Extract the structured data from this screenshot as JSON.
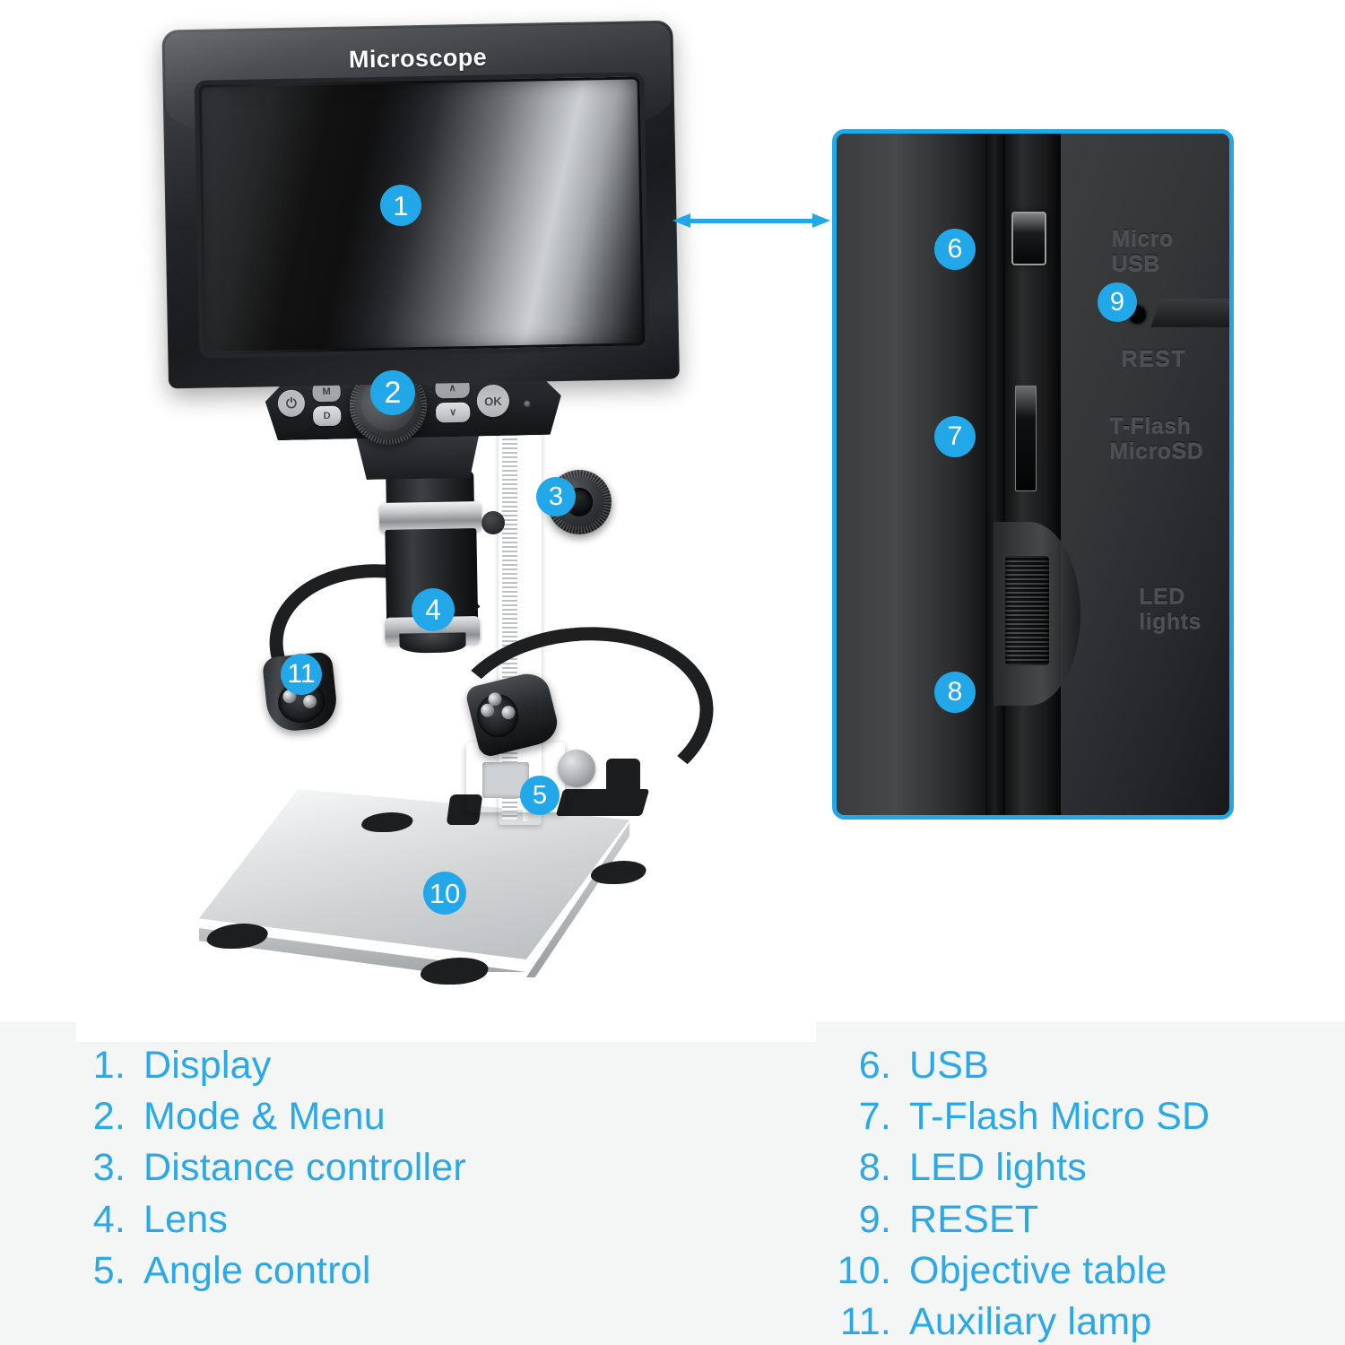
{
  "product": {
    "brand_label": "Microscope",
    "device_type": "LCD digital microscope with adjustable stand"
  },
  "controls": {
    "power_button": "⏻",
    "mode_button": "M",
    "down_button": "D",
    "up_arrow": "∧",
    "down_arrow": "∨",
    "ok_button": "OK"
  },
  "detail_panel": {
    "embossed_labels": {
      "micro_usb": "Micro\nUSB",
      "reset": "REST",
      "tflash": "T-Flash\nMicroSD",
      "led_lights": "LED\nlights"
    }
  },
  "callouts": {
    "markers": [
      {
        "id": "1",
        "number": "1",
        "target": "display"
      },
      {
        "id": "2",
        "number": "2",
        "target": "mode-menu-knob"
      },
      {
        "id": "3",
        "number": "3",
        "target": "distance-controller"
      },
      {
        "id": "4",
        "number": "4",
        "target": "lens"
      },
      {
        "id": "5",
        "number": "5",
        "target": "angle-control"
      },
      {
        "id": "6",
        "number": "6",
        "target": "usb"
      },
      {
        "id": "7",
        "number": "7",
        "target": "t-flash-micro-sd"
      },
      {
        "id": "8",
        "number": "8",
        "target": "led-lights"
      },
      {
        "id": "9",
        "number": "9",
        "target": "reset"
      },
      {
        "id": "10",
        "number": "10",
        "target": "objective-table"
      },
      {
        "id": "11",
        "number": "11",
        "target": "auxiliary-lamp"
      }
    ]
  },
  "legend": {
    "left_column": [
      {
        "num": "1.",
        "label": "Display"
      },
      {
        "num": "2.",
        "label": "Mode & Menu"
      },
      {
        "num": "3.",
        "label": "Distance controller"
      },
      {
        "num": "4.",
        "label": "Lens"
      },
      {
        "num": "5.",
        "label": "Angle control"
      }
    ],
    "right_column": [
      {
        "num": "6.",
        "label": "USB"
      },
      {
        "num": "7.",
        "label": "T-Flash Micro SD"
      },
      {
        "num": "8.",
        "label": "LED lights"
      },
      {
        "num": "9.",
        "label": "RESET"
      },
      {
        "num": "10.",
        "label": "Objective table"
      },
      {
        "num": "11.",
        "label": "Auxiliary lamp"
      }
    ]
  },
  "colors": {
    "accent_blue": "#22a8e8",
    "legend_text": "#2aa8e8",
    "legend_background": "#f4f5f5",
    "page_background": "#ffffff"
  }
}
